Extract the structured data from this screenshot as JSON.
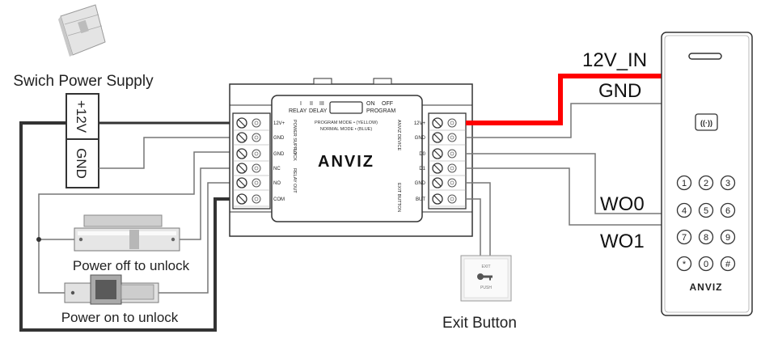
{
  "power_supply": {
    "title": "Swich Power Supply",
    "plus_label": "+12V",
    "gnd_label": "GND"
  },
  "locks": {
    "power_off_label": "Power off to unlock",
    "power_on_label": "Power on to unlock"
  },
  "controller": {
    "brand": "ANVIZ",
    "relay_label": "RELAY",
    "delay_label": "DELAY",
    "relay_numerals": [
      "I",
      "II",
      "III"
    ],
    "on_label": "ON",
    "off_label": "OFF",
    "program_label": "PROGRAM",
    "program_mode_text": "PROGRAM MODE • (YELLOW)",
    "normal_mode_text": "NORMAL MODE • (BLUE)",
    "left_terminals": [
      "12V+",
      "GND",
      "GND",
      "NC",
      "NO",
      "COM"
    ],
    "left_groups": [
      "POWER SUPPLY",
      "LOCK",
      "RELAY OUT"
    ],
    "right_terminals": [
      "12V+",
      "GND",
      "D0",
      "D1",
      "GND",
      "BUT"
    ],
    "right_groups": [
      "ANVIZ DEVICE",
      "EXIT BUTTON"
    ]
  },
  "wire_labels": {
    "v12_in": "12V_IN",
    "gnd": "GND",
    "wo0": "WO0",
    "wo1": "WO1"
  },
  "exit_button": {
    "label": "Exit Button",
    "plate_text_top": "EXIT",
    "plate_text_bottom": "PUSH"
  },
  "reader": {
    "rfid_symbol": "((·))",
    "keys": [
      "1",
      "2",
      "3",
      "4",
      "5",
      "6",
      "7",
      "8",
      "9",
      "*",
      "0",
      "#"
    ],
    "brand": "ANVIZ"
  },
  "colors": {
    "wire_power": "#ff0000",
    "wire": "#777777",
    "wire_dark": "#333333"
  }
}
